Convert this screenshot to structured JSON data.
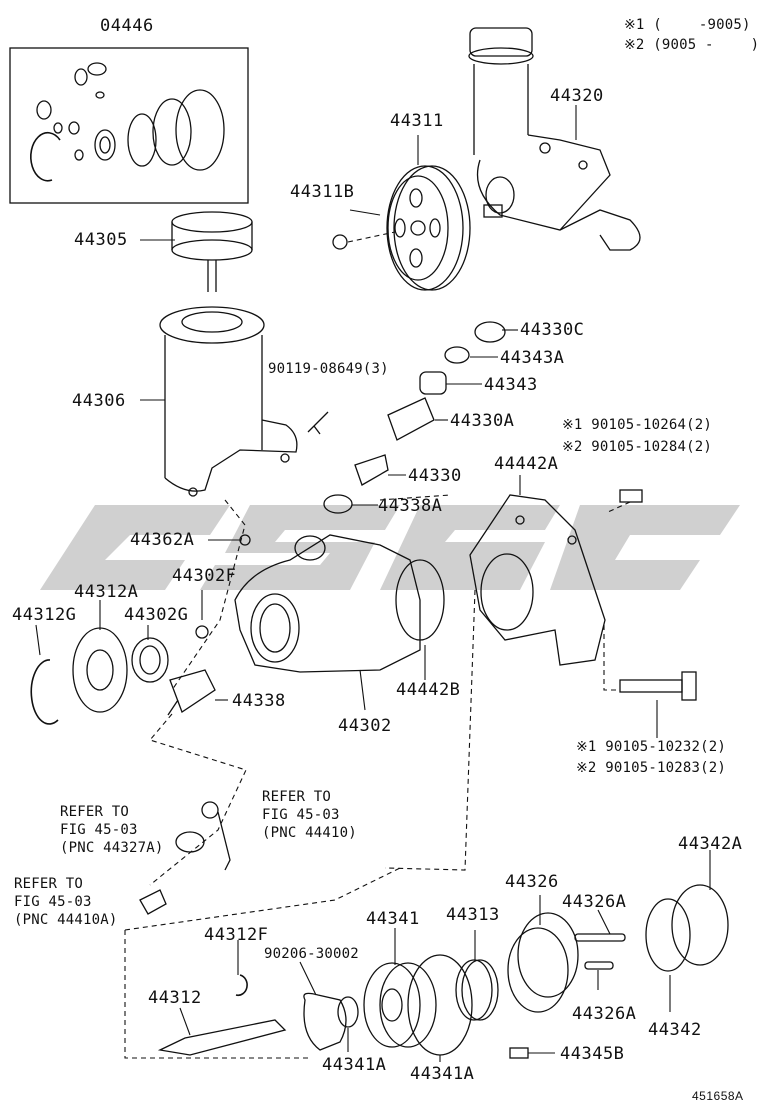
{
  "notes": {
    "n1": "※1 (　　 -9005)",
    "n2": "※2 (9005 -　　 )"
  },
  "watermark": "U S C",
  "parts": {
    "p04446": "04446",
    "p44305": "44305",
    "p44306": "44306",
    "p44311": "44311",
    "p44311B": "44311B",
    "p44320": "44320",
    "p44330C": "44330C",
    "p44343A": "44343A",
    "p44343": "44343",
    "p90119": "90119-08649(3)",
    "p44330A": "44330A",
    "p44330": "44330",
    "p44338A": "44338A",
    "p44442A": "44442A",
    "pb1": "※1 90105-10264(2)",
    "pb2": "※2 90105-10284(2)",
    "p44362A": "44362A",
    "p44302F": "44302F",
    "p44312A": "44312A",
    "p44302G": "44302G",
    "p44312G": "44312G",
    "p44338": "44338",
    "p44442B": "44442B",
    "p44302": "44302",
    "pc1": "※1 90105-10232(2)",
    "pc2": "※2 90105-10283(2)",
    "ref1": [
      "REFER TO",
      "FIG 45-03",
      "(PNC 44327A)"
    ],
    "ref2": [
      "REFER TO",
      "FIG 45-03",
      "(PNC 44410)"
    ],
    "ref3": [
      "REFER TO",
      "FIG 45-03",
      "(PNC 44410A)"
    ],
    "p44342A": "44342A",
    "p44326": "44326",
    "p44341": "44341",
    "p44313": "44313",
    "p44326A1": "44326A",
    "p44312F": "44312F",
    "p90206": "90206-30002",
    "p44312": "44312",
    "p44326A2": "44326A",
    "p44342": "44342",
    "p44341A1": "44341A",
    "p44341A2": "44341A",
    "p44345B": "44345B"
  },
  "drawing_no": "451658A"
}
